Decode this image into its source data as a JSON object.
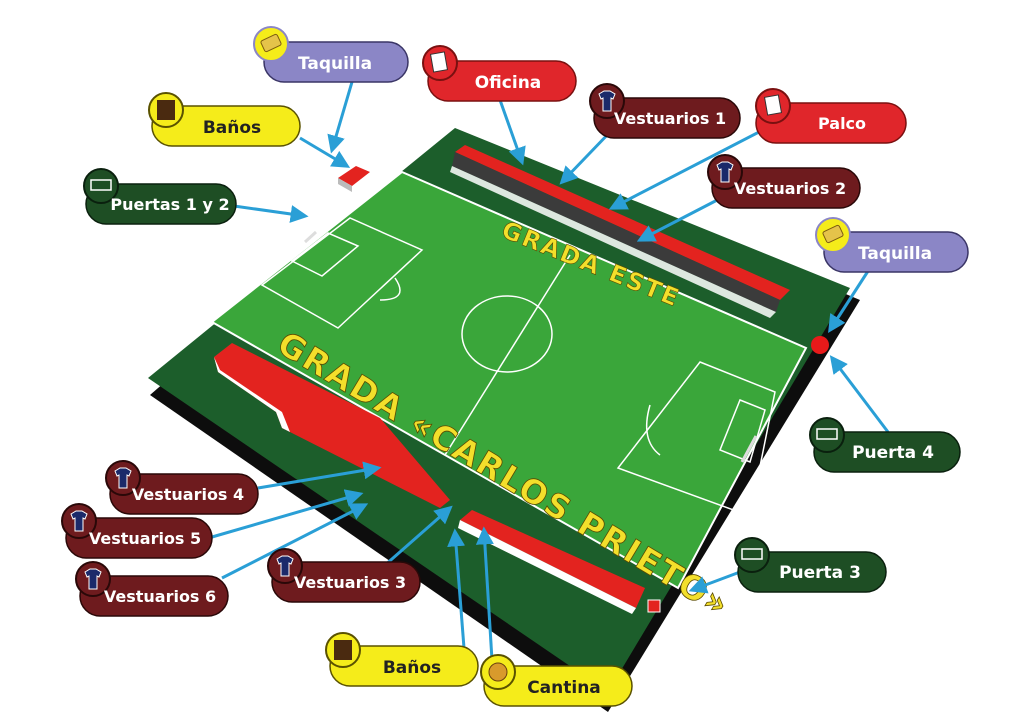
{
  "field": {
    "stand_east": "GRADA ESTE",
    "stand_main": "GRADA «CARLOS PRIETO»"
  },
  "colors": {
    "purple": "#8b86c6",
    "red": "#e0262b",
    "maroon": "#6e1b1e",
    "darkgreen": "#1e4e24",
    "yellow": "#f5ec1a",
    "pitch": "#3aa63a",
    "surround": "#1c5e2b",
    "stand_red": "#e3231f",
    "stand_yellow_text": "#f3df2b",
    "arrow": "#2a9fd6"
  },
  "labels": {
    "taquilla_1": {
      "text": "Taquilla",
      "icon": "ticket-icon"
    },
    "oficina": {
      "text": "Oficina",
      "icon": "document-icon"
    },
    "banos_1": {
      "text": "Baños",
      "icon": "toilet-icon"
    },
    "vestuarios_1": {
      "text": "Vestuarios 1",
      "icon": "shirt-icon"
    },
    "palco": {
      "text": "Palco",
      "icon": "document-icon"
    },
    "puertas_1_2": {
      "text": "Puertas 1 y 2",
      "icon": "goal-icon"
    },
    "vestuarios_2": {
      "text": "Vestuarios 2",
      "icon": "shirt-icon"
    },
    "taquilla_2": {
      "text": "Taquilla",
      "icon": "ticket-icon"
    },
    "puerta_4": {
      "text": "Puerta 4",
      "icon": "goal-icon"
    },
    "vestuarios_4": {
      "text": "Vestuarios 4",
      "icon": "shirt-icon"
    },
    "vestuarios_5": {
      "text": "Vestuarios 5",
      "icon": "shirt-icon"
    },
    "vestuarios_6": {
      "text": "Vestuarios 6",
      "icon": "shirt-icon"
    },
    "vestuarios_3": {
      "text": "Vestuarios 3",
      "icon": "shirt-icon"
    },
    "puerta_3": {
      "text": "Puerta 3",
      "icon": "goal-icon"
    },
    "banos_2": {
      "text": "Baños",
      "icon": "toilet-icon"
    },
    "cantina": {
      "text": "Cantina",
      "icon": "cantina-icon"
    }
  }
}
